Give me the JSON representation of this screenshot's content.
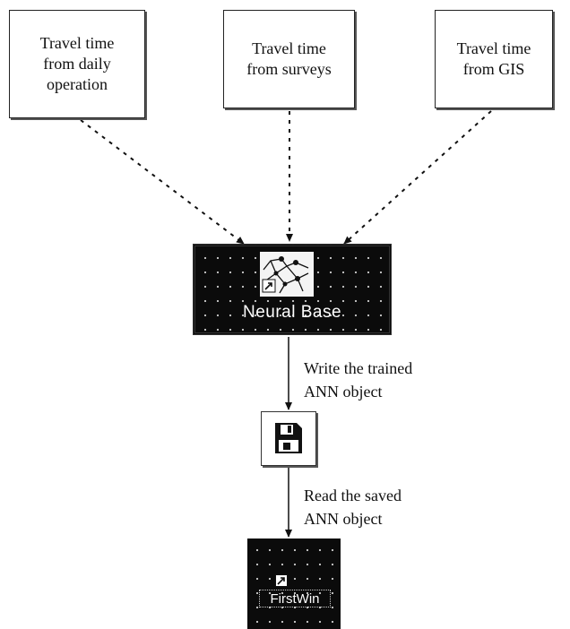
{
  "sources": [
    {
      "id": "daily",
      "label": "Travel time\nfrom daily\noperation"
    },
    {
      "id": "surveys",
      "label": "Travel time\nfrom surveys"
    },
    {
      "id": "gis",
      "label": "Travel time\nfrom GIS"
    }
  ],
  "neural_base": {
    "label": "Neural Base"
  },
  "edges": {
    "write_label": "Write the trained\nANN object",
    "read_label": "Read the saved\nANN object"
  },
  "first_win": {
    "label": "FirstWin"
  }
}
